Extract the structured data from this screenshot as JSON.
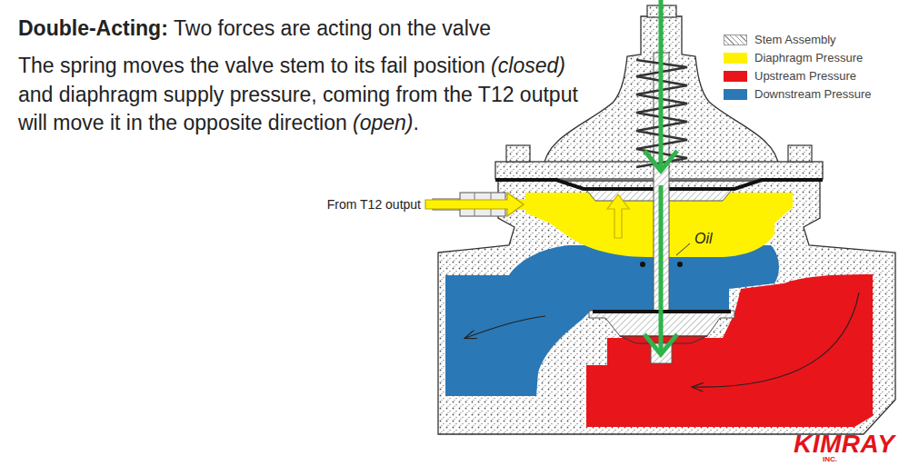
{
  "diagram": {
    "title": "Double-Acting:",
    "labels": [
      "Two forces are acting on the valve",
      "The spring moves the valve stem to its fail position",
      "(closed)",
      "and diaphragm supply pressure, coming from the T12 output",
      "will move it in the opposite direction",
      "(open)",
      ".",
      "From T12 output",
      "Oil",
      "KIMRAY",
      "INC."
    ],
    "legend": [
      {
        "text": "Stem Assembly"
      },
      {
        "text": "Diaphragm Pressure",
        "color": "#fff200"
      },
      {
        "text": "Upstream Pressure",
        "color": "#e8151b"
      },
      {
        "text": "Downstream Pressure",
        "color": "#2a78b6"
      }
    ]
  }
}
